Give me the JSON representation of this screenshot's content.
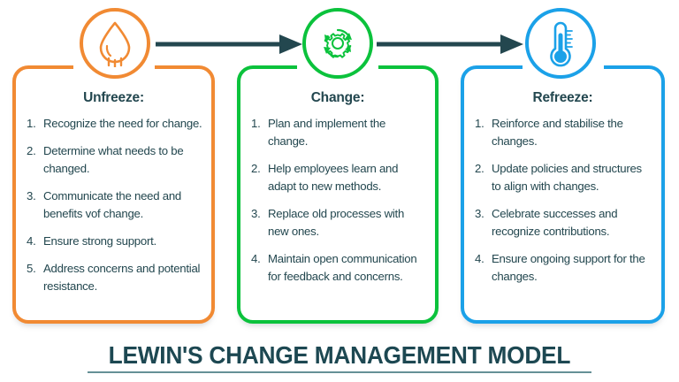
{
  "model": {
    "title": "LEWIN'S CHANGE MANAGEMENT MODEL"
  },
  "colors": {
    "unfreeze": "#f18A33",
    "change": "#0bc23c",
    "refreeze": "#1ba1e8",
    "text": "#23474f",
    "arrow": "#23474f",
    "title": "#1d4852"
  },
  "stages": [
    {
      "id": "unfreeze",
      "title": "Unfreeze:",
      "icon": "water-drop-icon",
      "color": "#f18A33",
      "items": [
        {
          "num": "1.",
          "text": "Recognize the need for change."
        },
        {
          "num": "2.",
          "text": "Determine what needs to be changed."
        },
        {
          "num": "3.",
          "text": "Communicate the need and benefits vof change."
        },
        {
          "num": "4.",
          "text": "Ensure strong support."
        },
        {
          "num": "5.",
          "text": "Address concerns and potential resistance."
        }
      ]
    },
    {
      "id": "change",
      "title": "Change:",
      "icon": "gear-cycle-icon",
      "color": "#0bc23c",
      "items": [
        {
          "num": "1.",
          "text": "Plan and implement the change."
        },
        {
          "num": "2.",
          "text": "Help employees learn and adapt to new methods."
        },
        {
          "num": "3.",
          "text": "Replace old processes with new ones."
        },
        {
          "num": "4.",
          "text": "Maintain open communication for feedback and concerns."
        }
      ]
    },
    {
      "id": "refreeze",
      "title": "Refreeze:",
      "icon": "thermometer-icon",
      "color": "#1ba1e8",
      "items": [
        {
          "num": "1.",
          "text": "Reinforce and stabilise the changes."
        },
        {
          "num": "2.",
          "text": "Update policies and structures to align with changes."
        },
        {
          "num": "3.",
          "text": "Celebrate successes and recognize contributions."
        },
        {
          "num": "4.",
          "text": "Ensure ongoing support for the changes."
        }
      ]
    }
  ],
  "connectors": [
    {
      "id": "arrow-unfreeze-to-change",
      "icon": "right-arrow-icon"
    },
    {
      "id": "arrow-change-to-refreeze",
      "icon": "right-arrow-icon"
    }
  ]
}
